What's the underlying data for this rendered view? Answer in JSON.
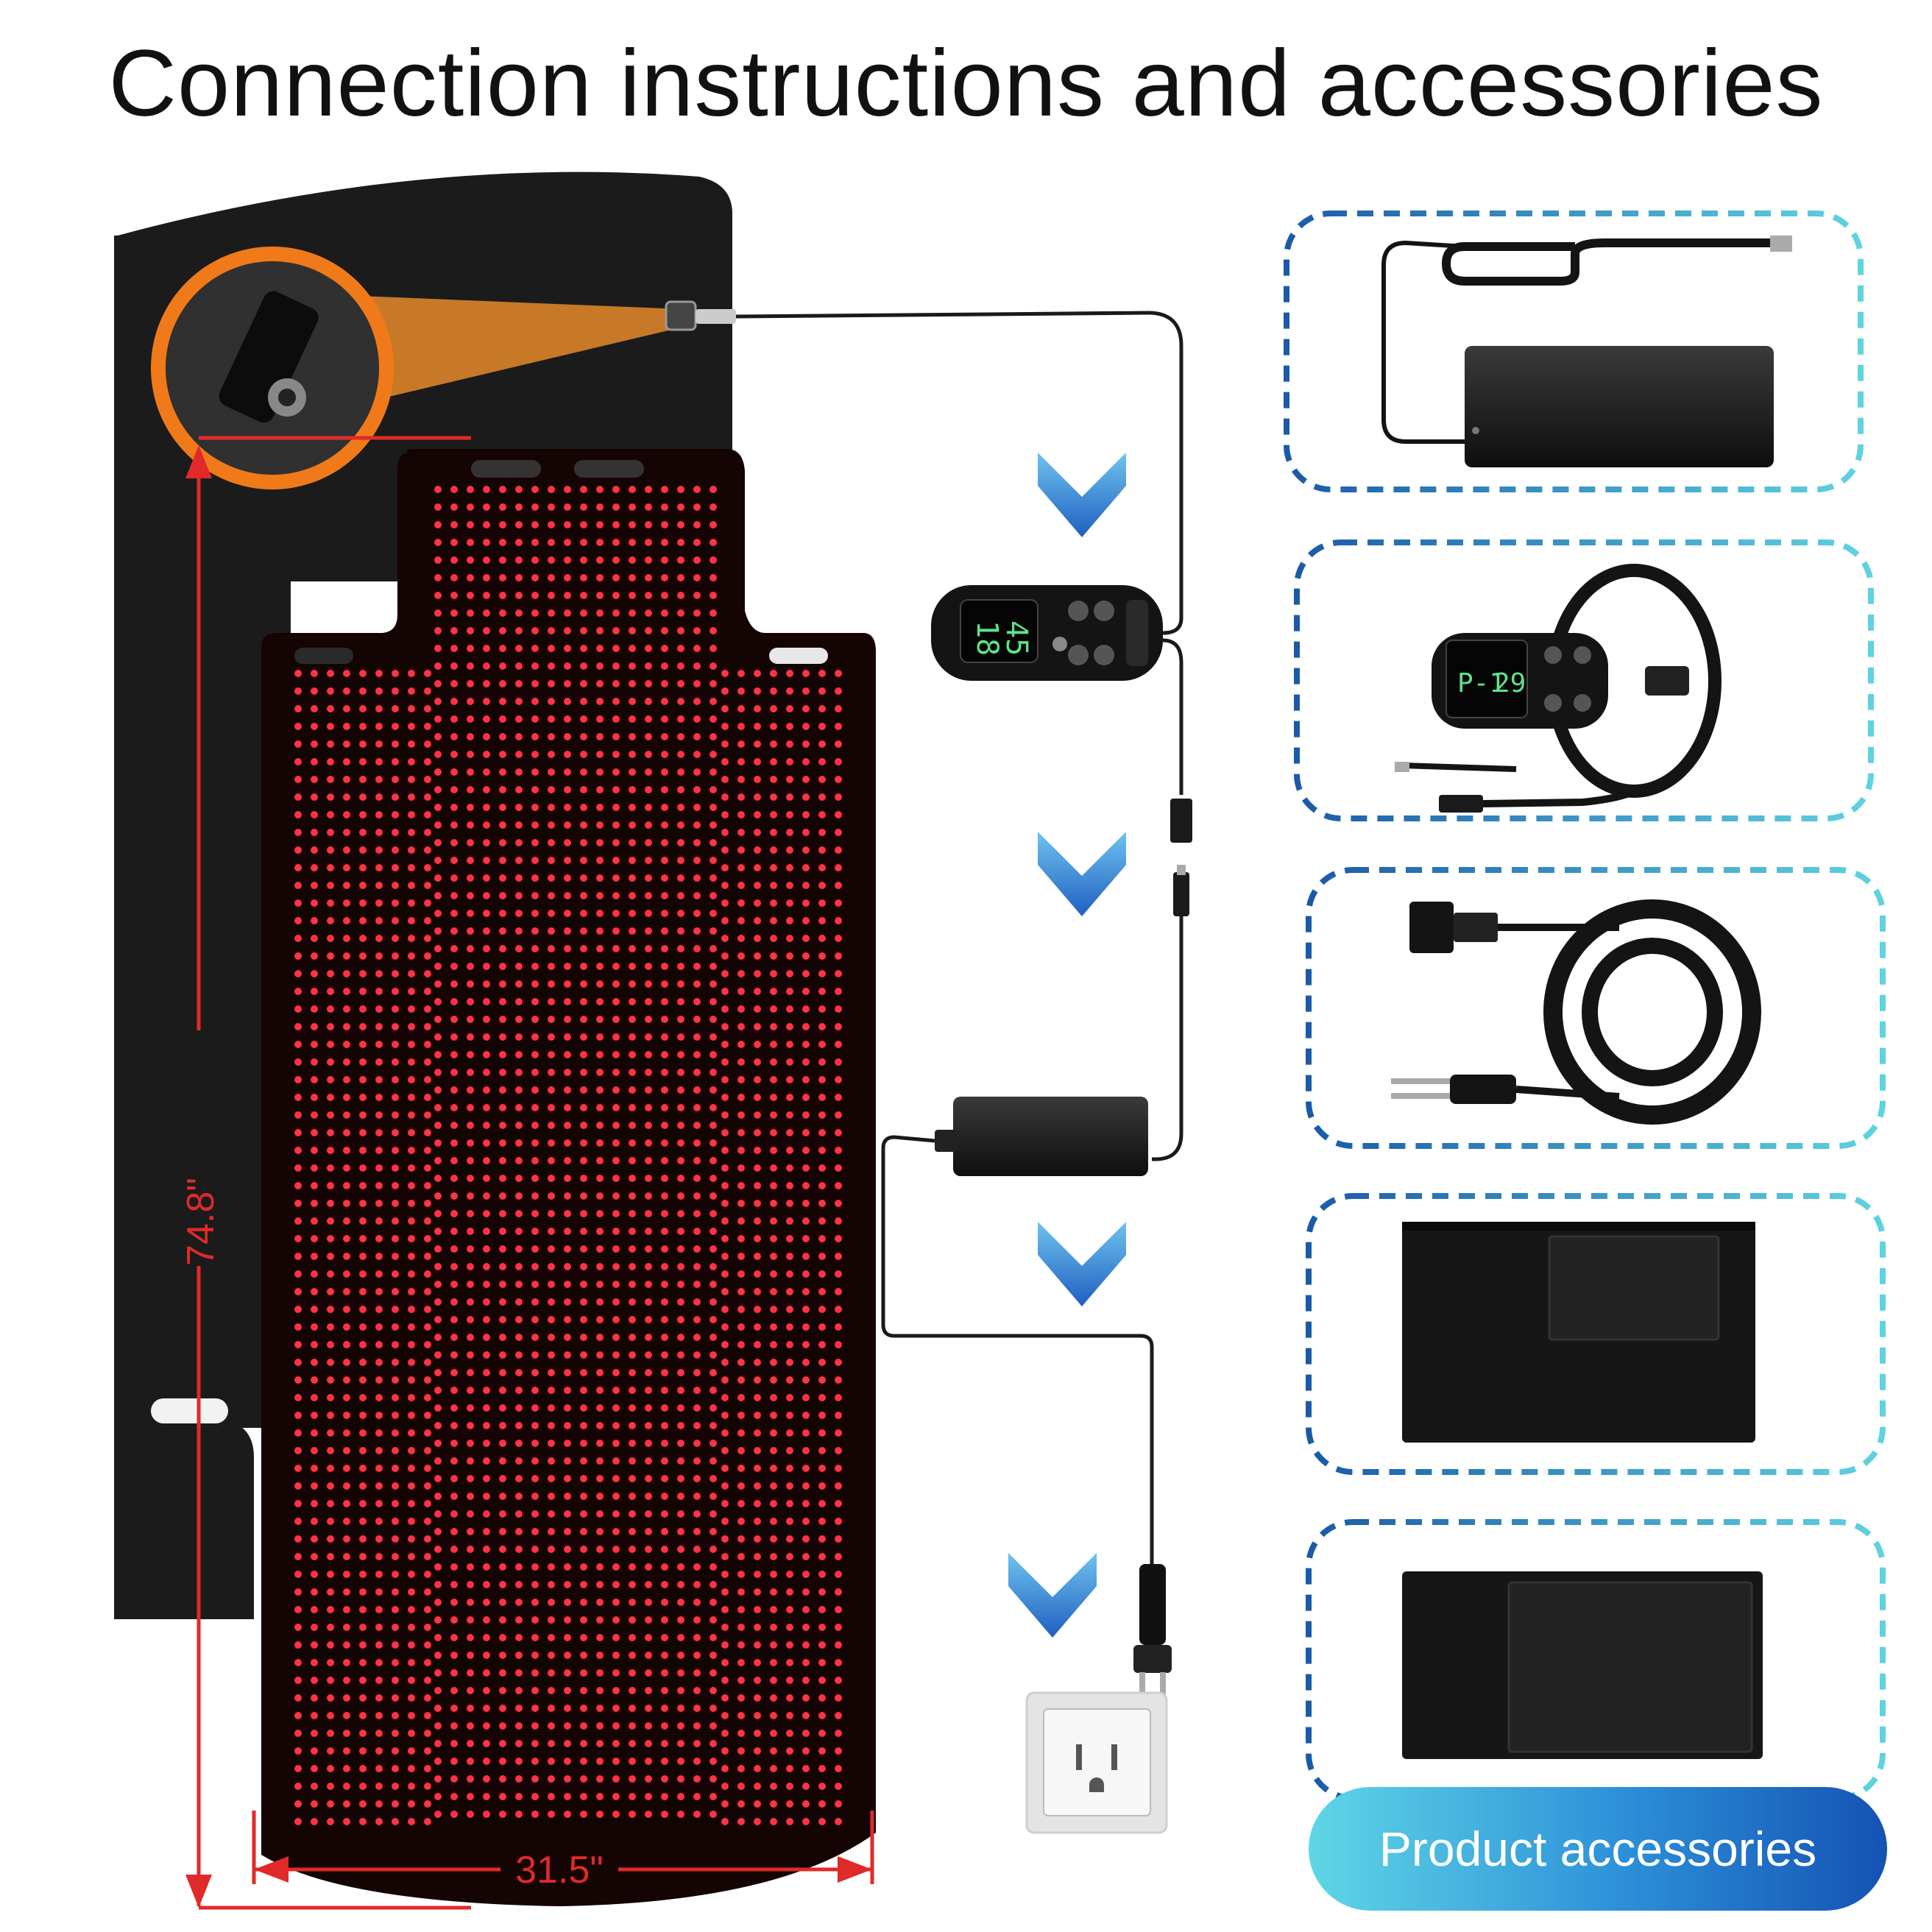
{
  "title": "Connection instructions and accessories",
  "dimensions": {
    "height": "74.8\"",
    "width": "31.5\""
  },
  "controller": {
    "display_left": "18",
    "display_right": "45"
  },
  "accessories_controller": {
    "display_left": "P-1",
    "display_right": "29"
  },
  "accessories_label": "Product accessories",
  "colors": {
    "led_red": "#ff3344",
    "dimension_red": "#e02a2a",
    "arrow_blue": "#1f6fd0",
    "frame_dark": "#1a5aa8",
    "frame_light": "#5fd3e0"
  },
  "accessories": [
    "power-adapter",
    "remote-controller",
    "power-cord",
    "strap-large",
    "strap-small"
  ]
}
